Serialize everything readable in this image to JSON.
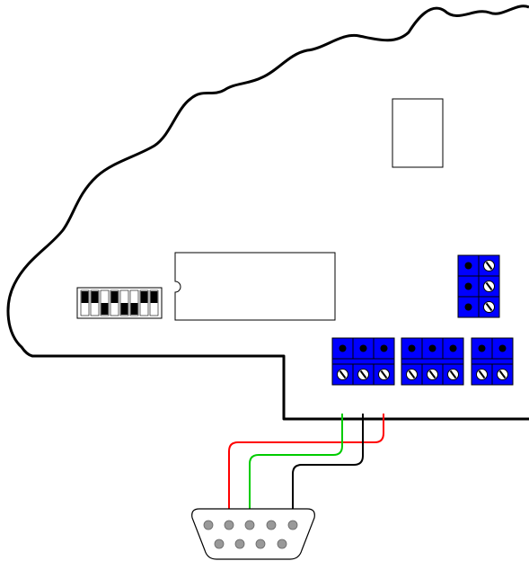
{
  "colors": {
    "outline": "#000000",
    "terminal_blue": "#0000ff",
    "wire_red": "#ff0000",
    "wire_green": "#00cc00",
    "wire_black": "#000000",
    "connector_shell": "#ffffff",
    "connector_pin": "#999999"
  },
  "dip_switch": {
    "positions": 8,
    "states": [
      "up",
      "up",
      "down",
      "up",
      "down",
      "down",
      "up",
      "up"
    ]
  },
  "terminal_blocks": {
    "right_block": {
      "columns": 2,
      "rows": 3
    },
    "bottom_blocks": [
      {
        "columns": 3
      },
      {
        "columns": 3
      },
      {
        "columns": 2
      }
    ]
  },
  "wires": [
    {
      "color": "red",
      "from_terminal": 3,
      "to_pin": 2
    },
    {
      "color": "green",
      "from_terminal": 1,
      "to_pin": 3
    },
    {
      "color": "black",
      "from_terminal": 2,
      "to_pin": 5
    }
  ],
  "db9_connector": {
    "top_row_pins": 5,
    "bottom_row_pins": 4
  }
}
